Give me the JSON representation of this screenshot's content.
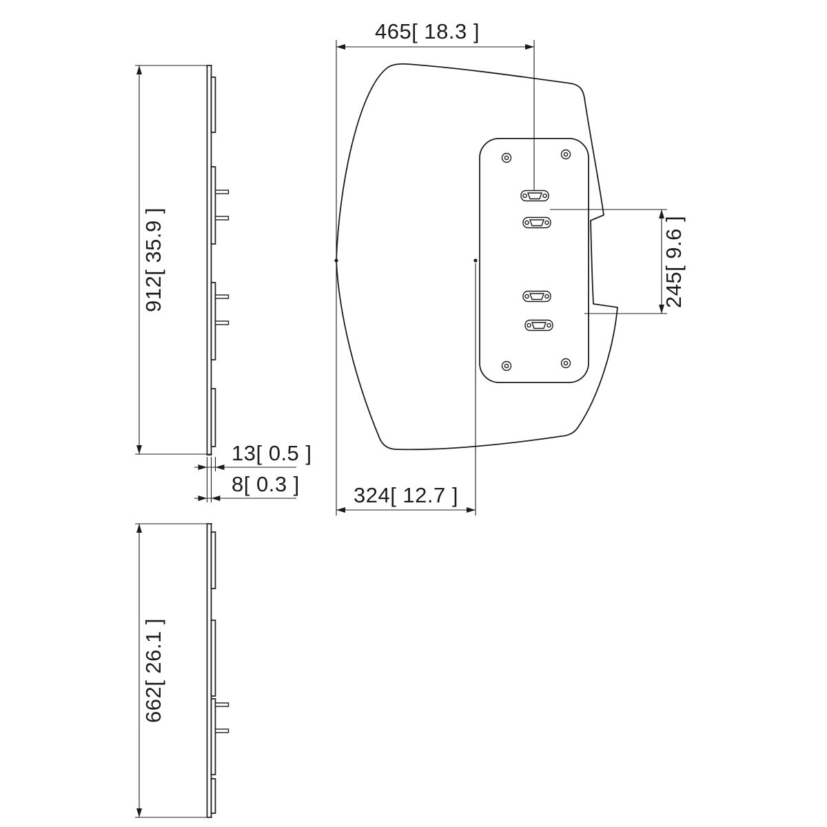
{
  "colors": {
    "background": "#ffffff",
    "line": "#1b1b1b"
  },
  "drawing": {
    "front_view": {
      "dim_top_width": "465[ 18.3 ]",
      "dim_hole_spacing": "245[ 9.6 ]",
      "dim_bottom_width": "324[ 12.7 ]"
    },
    "side_view_upper": {
      "dim_height": "912[ 35.9 ]",
      "dim_thickness_total": "13[ 0.5 ]",
      "dim_thickness_plate": "8[ 0.3 ]"
    },
    "side_view_lower": {
      "dim_height": "662[ 26.1 ]"
    }
  }
}
